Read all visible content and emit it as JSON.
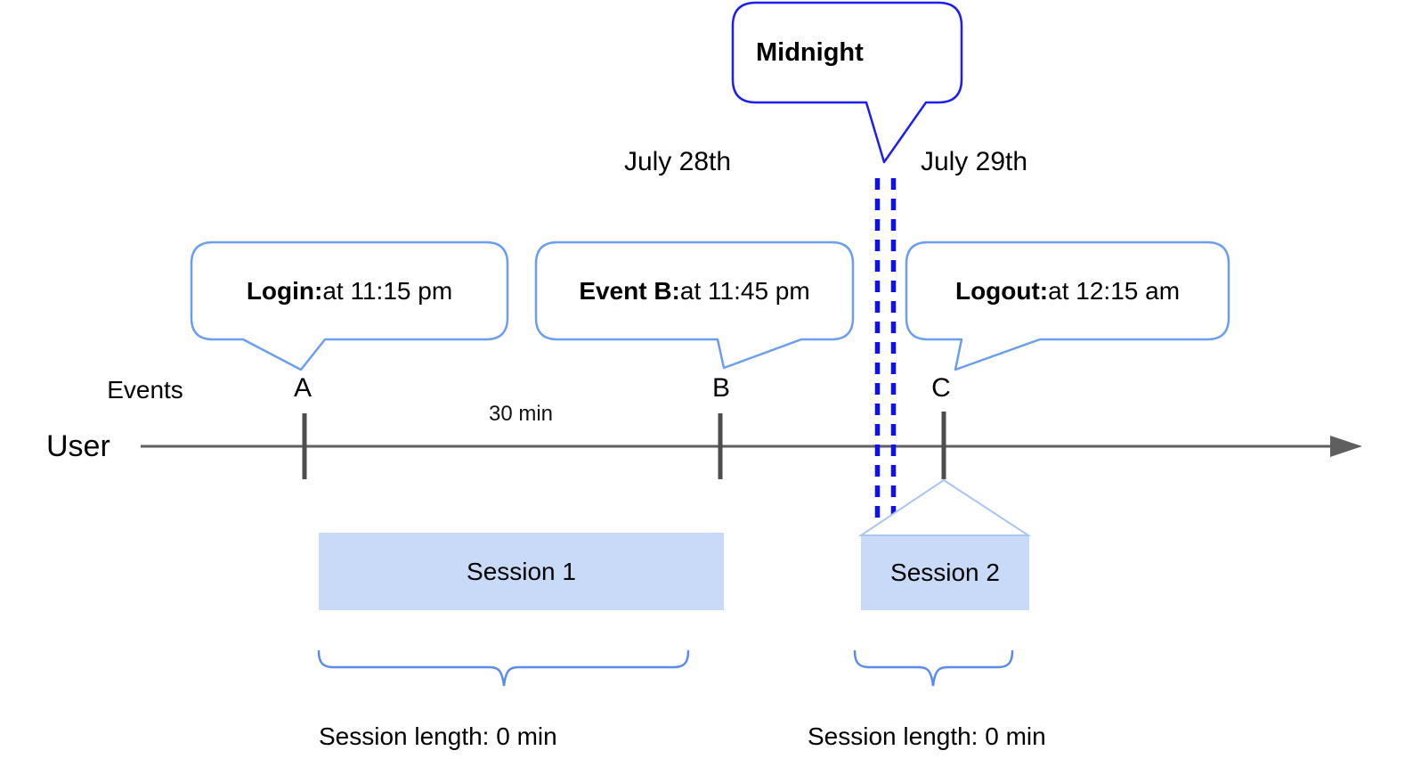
{
  "title": "User session timeline diagram",
  "colors": {
    "callout_border": "#6d9eeb",
    "midnight_border": "#1e1ef0",
    "midnight_dash": "#0f0ff0",
    "session_fill": "#c9daf8",
    "brace": "#5b8cea",
    "timeline": "#5f5f5f",
    "tick": "#4d4d4d",
    "triangle_edge": "#aac6f3"
  },
  "timeline": {
    "events_label": "Events",
    "user_label": "User",
    "interval_label": "30 min",
    "event_markers": [
      "A",
      "B",
      "C"
    ]
  },
  "dates": {
    "before_midnight": "July 28th",
    "after_midnight": "July 29th"
  },
  "midnight_callout": {
    "label": "Midnight"
  },
  "callouts": [
    {
      "event": "A",
      "title": "Login:",
      "detail": " at 11:15 pm"
    },
    {
      "event": "B",
      "title": "Event B:",
      "detail": " at 11:45 pm"
    },
    {
      "event": "C",
      "title": "Logout:",
      "detail": " at 12:15 am"
    }
  ],
  "sessions": [
    {
      "label": "Session 1",
      "length_label": "Session length: 0 min"
    },
    {
      "label": "Session 2",
      "length_label": "Session length: 0 min"
    }
  ]
}
